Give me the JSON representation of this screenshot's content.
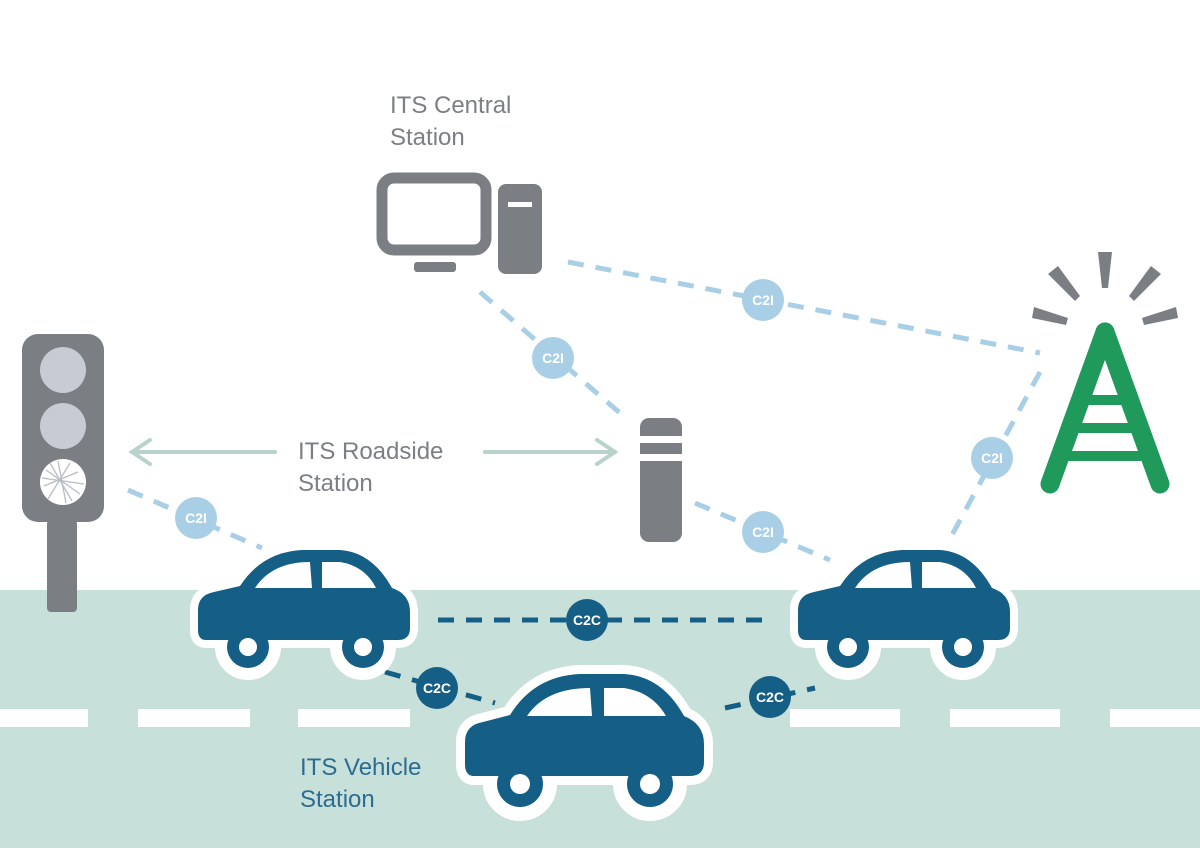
{
  "labels": {
    "central_station": {
      "line1": "ITS Central",
      "line2": "Station"
    },
    "roadside_station": {
      "line1": "ITS Roadside",
      "line2": "Station"
    },
    "vehicle_station": {
      "line1": "ITS Vehicle",
      "line2": "Station"
    }
  },
  "links": {
    "central_to_antenna": "C2I",
    "central_to_roadside": "C2I",
    "traffic_light_to_car": "C2I",
    "roadside_to_car": "C2I",
    "antenna_to_car": "C2I",
    "car_left_to_car_right": "C2C",
    "car_left_to_car_center": "C2C",
    "car_center_to_car_right": "C2C"
  },
  "colors": {
    "road": "#c7e0da",
    "car": "#155f86",
    "c2c_badge": "#155f86",
    "c2i_badge": "#a9cfe6",
    "c2i_text": "#ffffff",
    "antenna": "#1f9a5a",
    "device_gray": "#7b7f84",
    "arrow": "#b8d3cc"
  }
}
